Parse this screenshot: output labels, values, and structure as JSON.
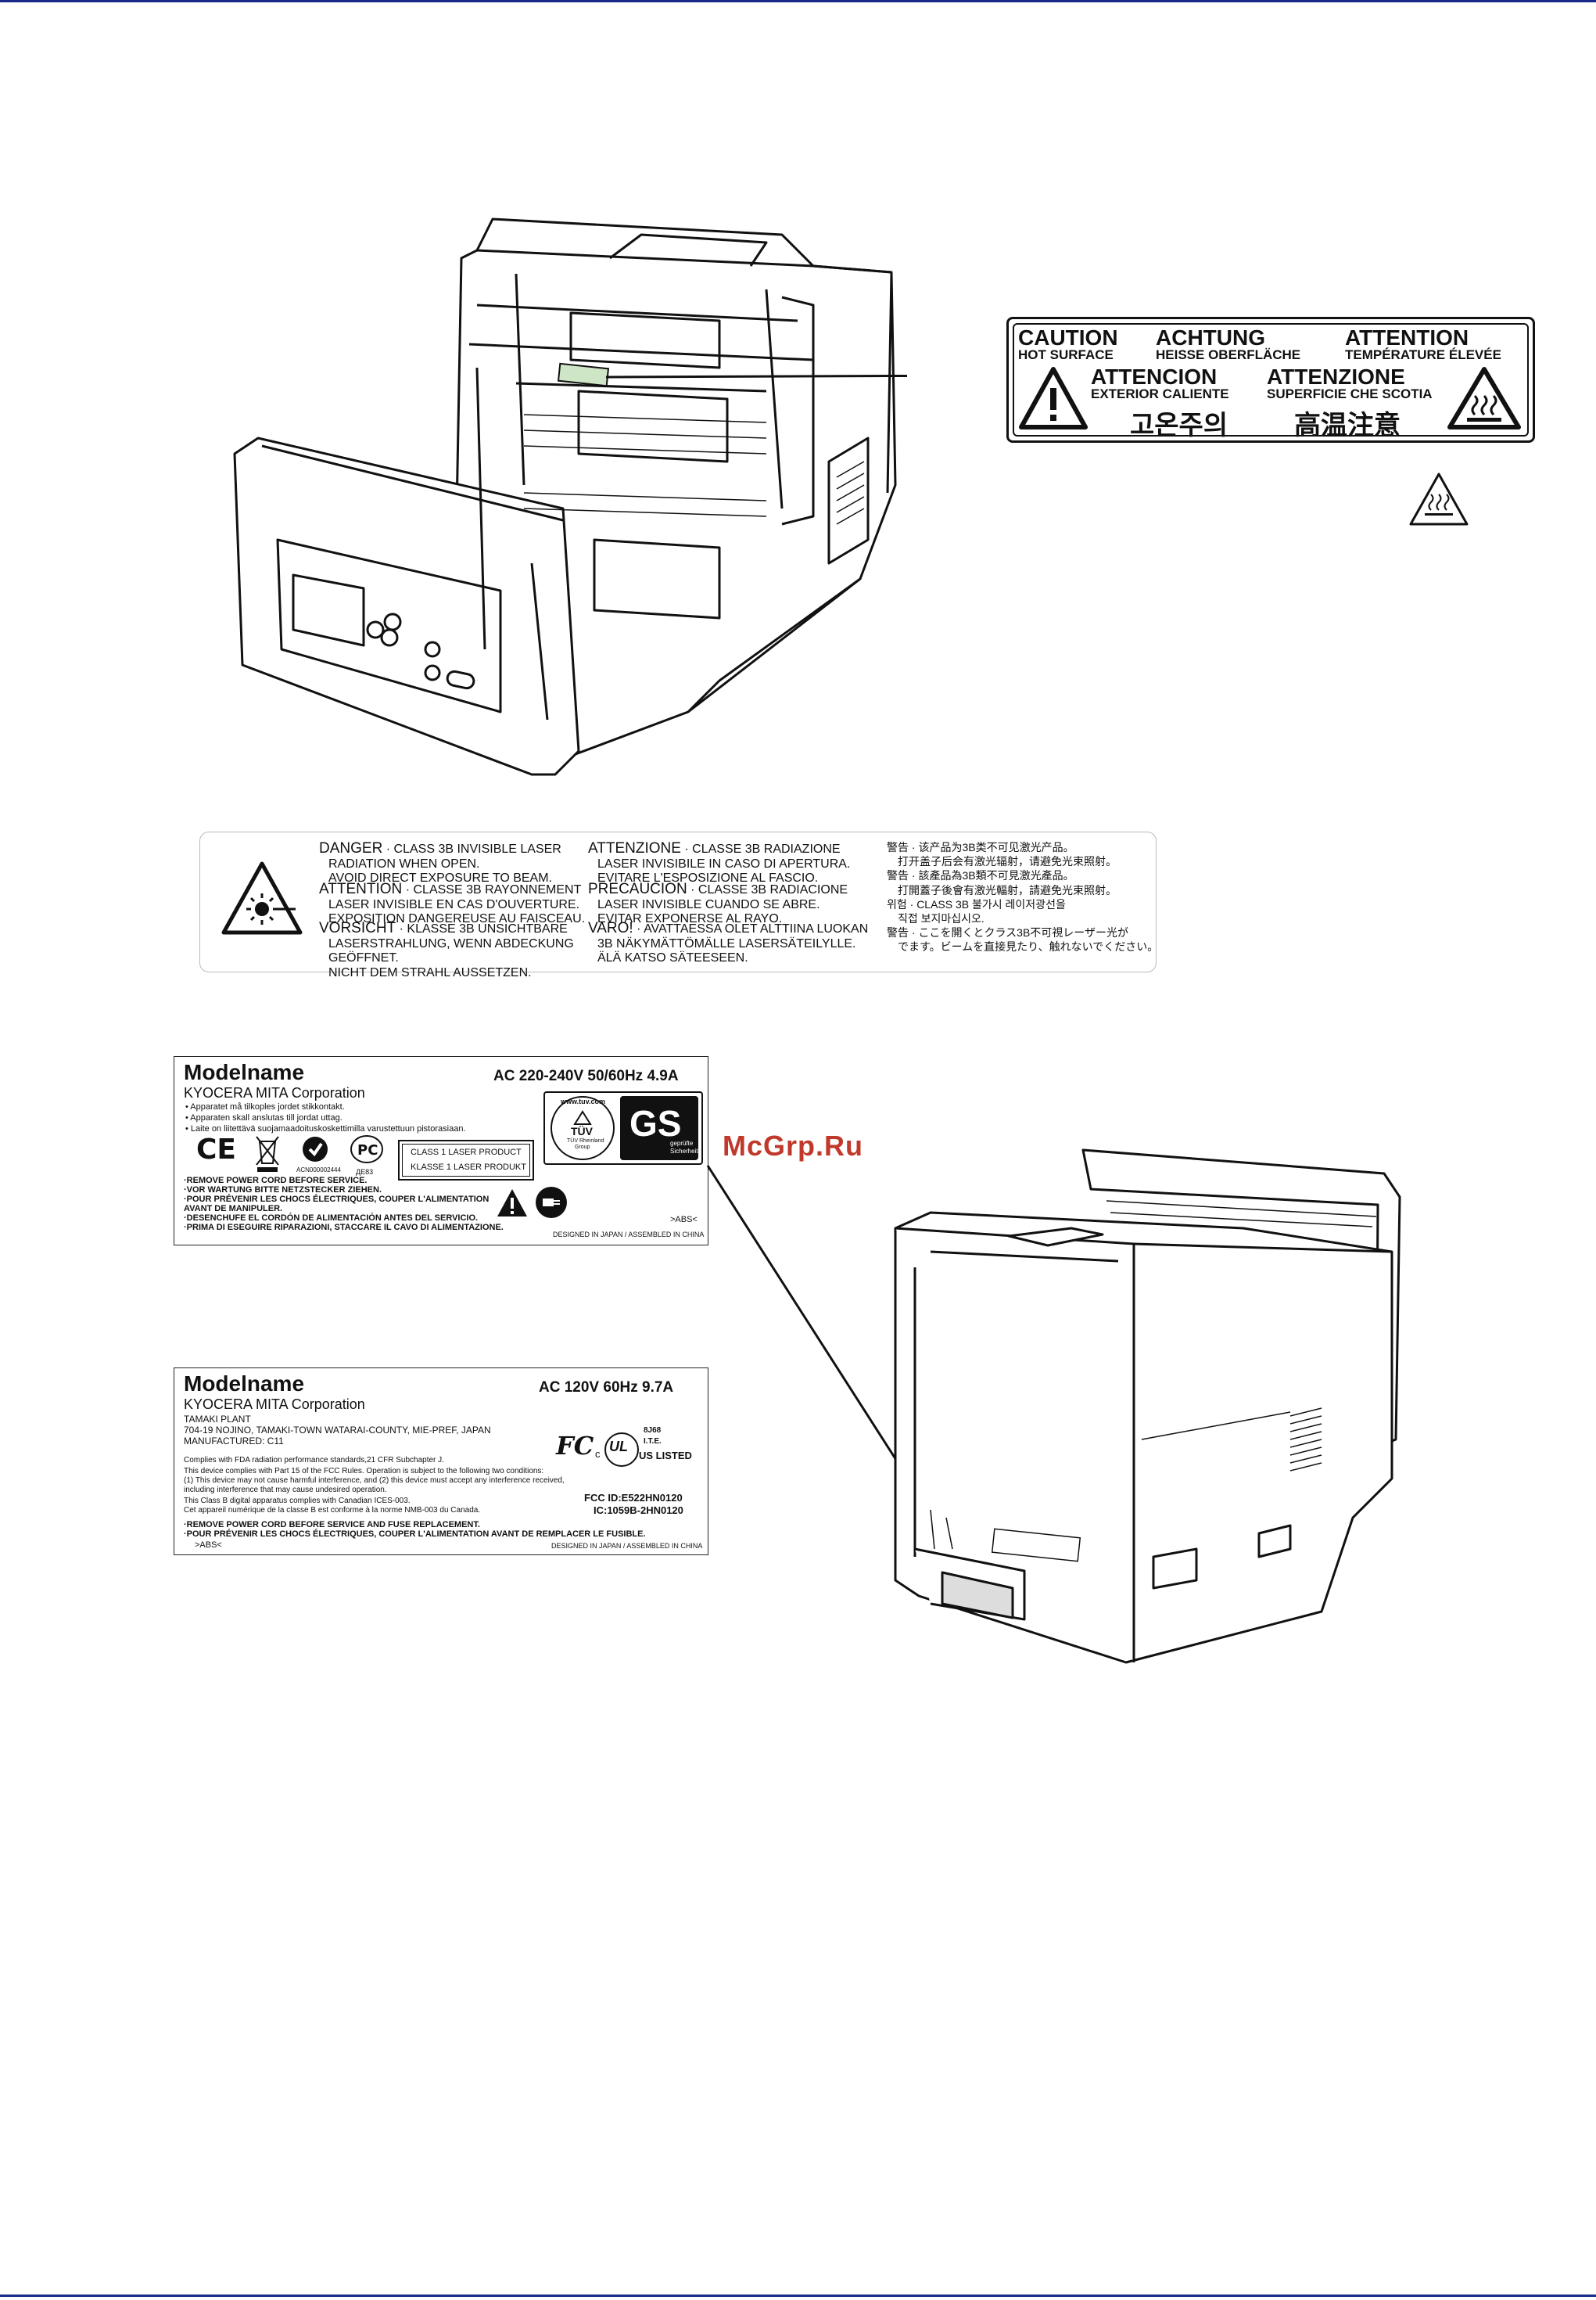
{
  "watermark": "McGrp.Ru",
  "hot_label": {
    "caution": "CAUTION",
    "caution_sub": "HOT SURFACE",
    "achtung": "ACHTUNG",
    "achtung_sub": "HEISSE OBERFLÄCHE",
    "attention": "ATTENTION",
    "attention_sub": "TEMPÉRATURE ÉLEVÉE",
    "atencion": "ATTENCION",
    "atencion_sub": "EXTERIOR CALIENTE",
    "attenzione": "ATTENZIONE",
    "attenzione_sub": "SUPERFICIE CHE SCOTIA",
    "korean": "고온주의",
    "chinese": "高温注意"
  },
  "laser_label": {
    "col1": [
      {
        "head": "DANGER",
        "text": "· CLASS 3B INVISIBLE LASER",
        "l2": "RADIATION WHEN OPEN.",
        "l3": "AVOID DIRECT EXPOSURE TO BEAM."
      },
      {
        "head": "ATTENTION",
        "text": "· CLASSE 3B RAYONNEMENT",
        "l2": "LASER INVISIBLE EN CAS D'OUVERTURE.",
        "l3": "EXPOSITION DANGEREUSE AU FAISCEAU."
      },
      {
        "head": "VORSICHT",
        "text": "· KLASSE 3B UNSICHTBARE",
        "l2": "LASERSTRAHLUNG, WENN ABDECKUNG",
        "l3": "GEÖFFNET.",
        "l4": "NICHT DEM STRAHL AUSSETZEN."
      }
    ],
    "col2": [
      {
        "head": "ATTENZIONE",
        "text": "· CLASSE 3B RADIAZIONE",
        "l2": "LASER INVISIBILE IN CASO DI APERTURA.",
        "l3": "EVITARE L'ESPOSIZIONE AL FASCIO."
      },
      {
        "head": "PRECAUCION",
        "text": "· CLASSE 3B RADIACIONE",
        "l2": "LASER INVISIBLE CUANDO SE ABRE.",
        "l3": "EVITAR EXPONERSE AL RAYO."
      },
      {
        "head": "VARO!",
        "text": "· AVATTAESSA OLET ALTTIINA LUOKAN",
        "l2": "3B NÄKYMÄTTÖMÄLLE LASERSÄTEILYLLE.",
        "l3": "ÄLÄ KATSO SÄTEESEEN."
      }
    ],
    "col3": [
      {
        "l1": "警告 · 该产品为3B类不可见激光产品。",
        "l2": "打开盖子后会有激光辐射，请避免光束照射。"
      },
      {
        "l1": "警告 · 該產品為3B類不可見激光產品。",
        "l2": "打開蓋子後會有激光輻射，請避免光束照射。"
      },
      {
        "l1": "위험 · CLASS 3B 불가시 레이저광선을",
        "l2": "직접 보지마십시오."
      },
      {
        "l1": "警告 · ここを開くとクラス3B不可視レーザー光が",
        "l2": "でます。ビームを直接見たり、触れないでください。"
      }
    ]
  },
  "rating_eu": {
    "model": "Modelname",
    "power": "AC 220-240V  50/60Hz  4.9A",
    "company": "KYOCERA MITA Corporation",
    "notes": [
      "• Apparatet må tilkoples jordet stikkontakt.",
      "• Apparaten skall anslutas till jordat uttag.",
      "• Laite on liitettävä suojamaadoituskoskettimilla varustettuun pistorasiaan."
    ],
    "ce": "CE",
    "acn": "ACN000002444",
    "pct": "ДЕ83",
    "laser1": "CLASS 1 LASER PRODUCT",
    "laser2": "KLASSE 1 LASER PRODUKT",
    "warnings": [
      "·REMOVE POWER CORD BEFORE SERVICE.",
      "·VOR WARTUNG BITTE NETZSTECKER ZIEHEN.",
      "·POUR PRÉVENIR LES CHOCS ÉLECTRIQUES, COUPER L'ALIMENTATION",
      "  AVANT DE MANIPULER.",
      "·DESENCHUFE EL CORDÓN DE ALIMENTACIÓN ANTES DEL SERVICIO.",
      "·PRIMA DI ESEGUIRE RIPARAZIONI, STACCARE IL CAVO DI ALIMENTAZIONE."
    ],
    "abs": ">ABS<",
    "designed": "DESIGNED IN JAPAN / ASSEMBLED IN CHINA",
    "tuv_url": "www.tuv.com",
    "tuv": "TÜV",
    "tuv_sub1": "TÜV Rheinland",
    "tuv_sub2": "Group",
    "gs": "GS",
    "gs_sub1": "geprüfte",
    "gs_sub2": "Sicherheit"
  },
  "rating_us": {
    "model": "Modelname",
    "power": "AC 120V  60Hz  9.7A",
    "company": "KYOCERA MITA Corporation",
    "plant": "TAMAKI PLANT",
    "address": "704-19 NOJINO, TAMAKI-TOWN WATARAI-COUNTY, MIE-PREF, JAPAN",
    "manufactured": "MANUFACTURED:  C11",
    "fc": "FC",
    "ul_c": "c",
    "ul": "UL",
    "ul_us": "US LISTED",
    "ul_code": "8J68",
    "ul_ite": "I.T.E.",
    "compliance": [
      "Complies with FDA radiation performance standards,21 CFR Subchapter J.",
      "This device complies with Part 15 of the FCC Rules.  Operation is subject to the following two conditions:",
      "(1) This device may  not cause harmful interference, and  (2) this device must  accept any interference received,",
      "including interference that may cause undesired operation.",
      "This Class B digital apparatus complies with Canadian ICES-003.",
      "Cet appareil numérique de la classe B est conforme à la norme NMB-003 du Canada."
    ],
    "fcc_id": "FCC ID:E522HN0120",
    "ic": "IC:1059B-2HN0120",
    "warnings": [
      "·REMOVE POWER CORD BEFORE SERVICE AND FUSE REPLACEMENT.",
      "·POUR PRÉVENIR LES CHOCS ÉLECTRIQUES, COUPER L'ALIMENTATION AVANT DE REMPLACER LE FUSIBLE."
    ],
    "abs": ">ABS<",
    "designed": "DESIGNED IN JAPAN / ASSEMBLED IN CHINA"
  }
}
